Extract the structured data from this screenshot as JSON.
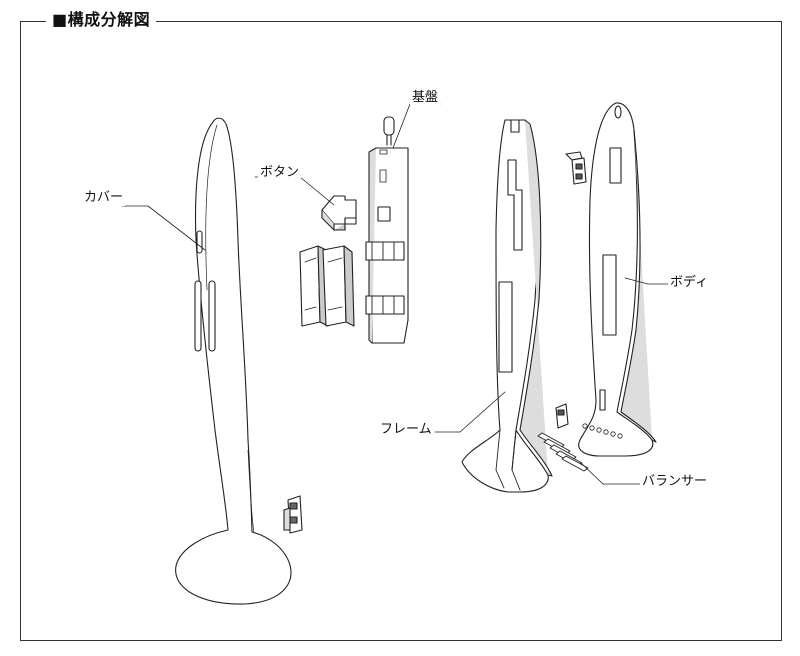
{
  "title": "■構成分解図",
  "labels": {
    "cover": "カバー",
    "button": "ボタン",
    "board": "基盤",
    "frame": "フレーム",
    "body": "ボディ",
    "balancer": "バランサー"
  }
}
